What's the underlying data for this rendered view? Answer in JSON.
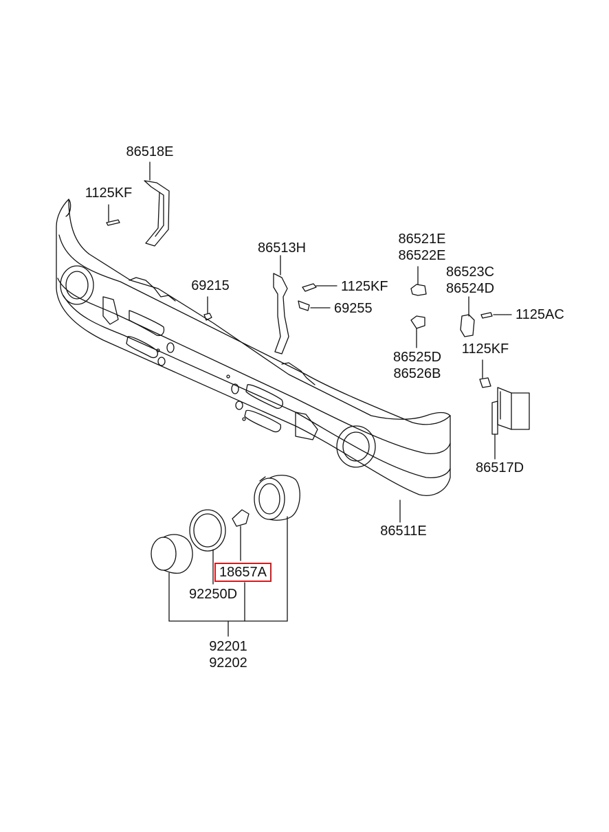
{
  "diagram": {
    "highlight_color": "#d7191c",
    "line_color": "#111111",
    "labels": {
      "p86518E": "86518E",
      "p1125KF_top": "1125KF",
      "p86513H": "86513H",
      "p69215": "69215",
      "p1125KF_mid": "1125KF",
      "p69255": "69255",
      "p86521E": "86521E",
      "p86522E": "86522E",
      "p86523C": "86523C",
      "p86524D": "86524D",
      "p1125AC": "1125AC",
      "p86525D": "86525D",
      "p86526B": "86526B",
      "p1125KF_right": "1125KF",
      "p86517D": "86517D",
      "p86511E": "86511E",
      "p18657A": "18657A",
      "p92250D": "92250D",
      "p92201": "92201",
      "p92202": "92202"
    }
  }
}
